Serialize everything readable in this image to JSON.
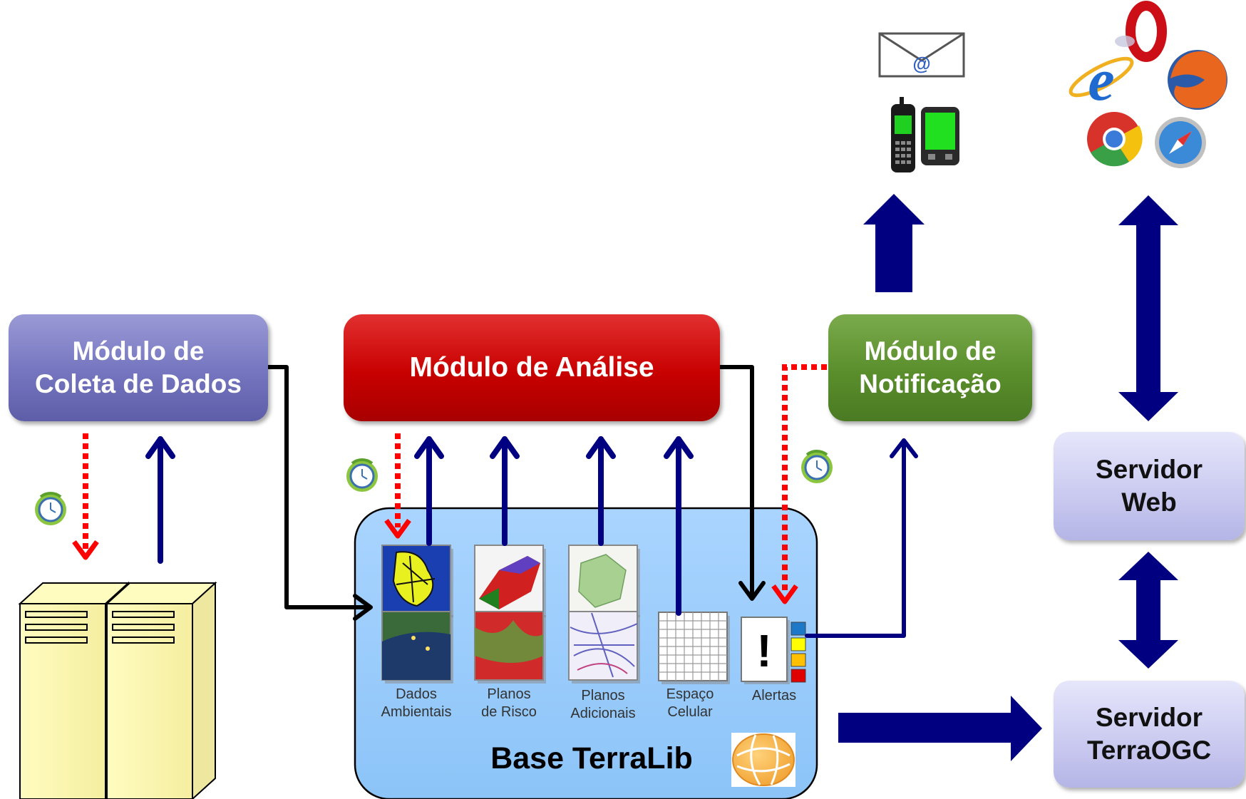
{
  "modules": {
    "coleta": [
      "Módulo de",
      "Coleta de Dados"
    ],
    "analise": "Módulo de Análise",
    "notificacao": [
      "Módulo de",
      "Notificação"
    ],
    "servidor_web": [
      "Servidor",
      "Web"
    ],
    "servidor_ogc": [
      "Servidor",
      "TerraOGC"
    ]
  },
  "base": {
    "title": "Base TerraLib",
    "items": [
      {
        "name": "dados-ambientais",
        "lines": [
          "Dados",
          "Ambientais"
        ]
      },
      {
        "name": "planos-de-risco",
        "lines": [
          "Planos",
          "de Risco"
        ]
      },
      {
        "name": "planos-adicionais",
        "lines": [
          "Planos",
          "Adicionais"
        ]
      },
      {
        "name": "espaco-celular",
        "lines": [
          "Espaço",
          "Celular"
        ]
      },
      {
        "name": "alertas",
        "lines": [
          "Alertas"
        ]
      }
    ],
    "alert_glyph": "!"
  },
  "icons": {
    "email_glyph": "@",
    "browser_glyphs": {
      "ie": "e",
      "opera": "O"
    }
  },
  "colors": {
    "coleta": "#7474bf",
    "analise": "#c80000",
    "notificacao": "#5a8e2c",
    "servidor": "#c9c9f0",
    "base": "#99ccff",
    "navy_arrow": "#000080",
    "dotted_arrow": "#ff0000",
    "connector": "#000000",
    "alert_levels": [
      "#1e78c8",
      "#ffff00",
      "#ffc000",
      "#e00000"
    ]
  }
}
